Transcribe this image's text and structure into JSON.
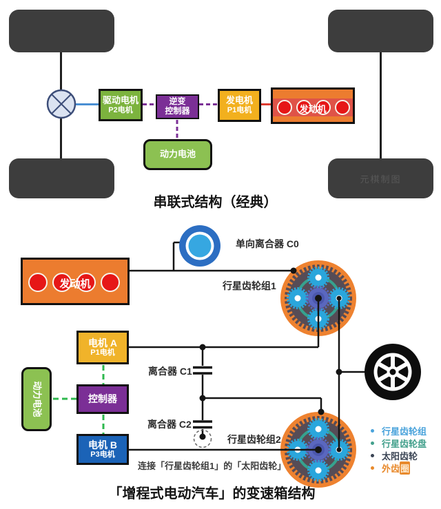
{
  "palette": {
    "tire": "#3d3d3d",
    "axle": "#1f1f1f",
    "blue_line": "#4a8fd3",
    "red_line": "#dd3b30",
    "purple": "#7b2f96",
    "green_dash": "#2eb84e",
    "box_green": "#7cb33e",
    "box_yellow": "#f2b01e",
    "box_amber": "#f0b32a",
    "box_blue": "#1b63b7",
    "box_battery_green": "#8cc152",
    "engine_orange": "#ec7c2f",
    "engine_stripe": "#df5348",
    "engine_circle_red": "#e61717",
    "gear_outer_orange": "#ee8230",
    "gear_dark": "#564c56",
    "gear_teal": "#36a28e",
    "gear_planet_blue": "#2aa6dc",
    "gear_sun_purple": "#5a67bf",
    "c0_outer_blue": "#2c6ec2",
    "c0_inner_blue": "#36a7e1"
  },
  "top_diagram": {
    "title": "串联式结构（经典）",
    "watermark": "元棋制图",
    "boxes": {
      "drive_motor": {
        "line1": "驱动电机",
        "line2": "P2电机"
      },
      "inverter": {
        "line1": "逆变",
        "line2": "控制器"
      },
      "generator": {
        "line1": "发电机",
        "line2": "P1电机"
      },
      "engine": {
        "label": "发动机"
      },
      "battery": {
        "label": "动力电池"
      }
    }
  },
  "bottom_diagram": {
    "title": "「增程式电动汽车」的变速箱结构",
    "labels": {
      "clutch_c0": "单向离合器 C0",
      "planetary_1": "行星齿轮组1",
      "clutch_c1": "离合器 C1",
      "clutch_c2": "离合器 C2",
      "planetary_2": "行星齿轮组2",
      "note": "连接「行星齿轮组1」的「太阳齿轮」"
    },
    "boxes": {
      "engine": {
        "label": "发动机"
      },
      "motor_a": {
        "line1": "电机 A",
        "line2": "P1电机"
      },
      "controller": {
        "label": "控制器"
      },
      "motor_b": {
        "line1": "电机 B",
        "line2": "P3电机"
      },
      "battery": {
        "label": "动力电池"
      }
    },
    "legend": [
      {
        "label": "行星齿轮组",
        "color": "#4aa3db"
      },
      {
        "label": "行星齿轮盘",
        "color": "#43a08c"
      },
      {
        "label": "太阳齿轮",
        "color": "#3a4454"
      },
      {
        "label": "外齿",
        "boxed": "圈",
        "color": "#e8892b"
      }
    ]
  }
}
